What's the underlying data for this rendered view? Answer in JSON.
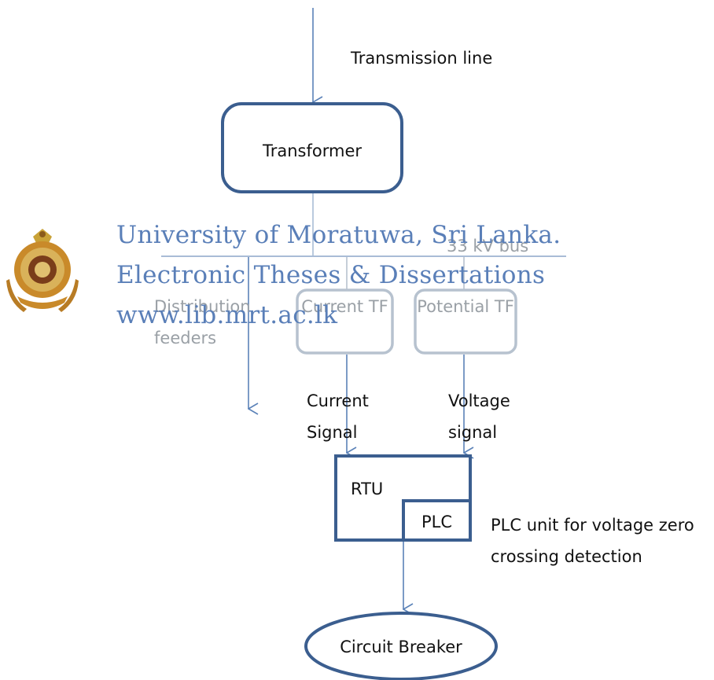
{
  "diagram": {
    "transmission_line": "Transmission line",
    "transformer": "Transformer",
    "bus_label": "33 kV bus",
    "distribution_feeders": "Distribution feeders",
    "current_tf": "Current TF",
    "potential_tf": "Potential TF",
    "current_signal": "Current Signal",
    "voltage_signal": "Voltage signal",
    "rtu": "RTU",
    "plc": "PLC",
    "plc_note": "PLC unit for voltage zero crossing detection",
    "circuit_breaker": "Circuit Breaker"
  },
  "watermark": {
    "line1": "University of Moratuwa, Sri Lanka.",
    "line2": "Electronic Theses & Dissertations",
    "line3": "www.lib.mrt.ac.lk",
    "logo": "university-crest"
  },
  "colors": {
    "line": "#5b82b8",
    "box": "#3b5e8f",
    "faded_box": "#b7c2cf",
    "watermark": "#5a7fb8"
  }
}
